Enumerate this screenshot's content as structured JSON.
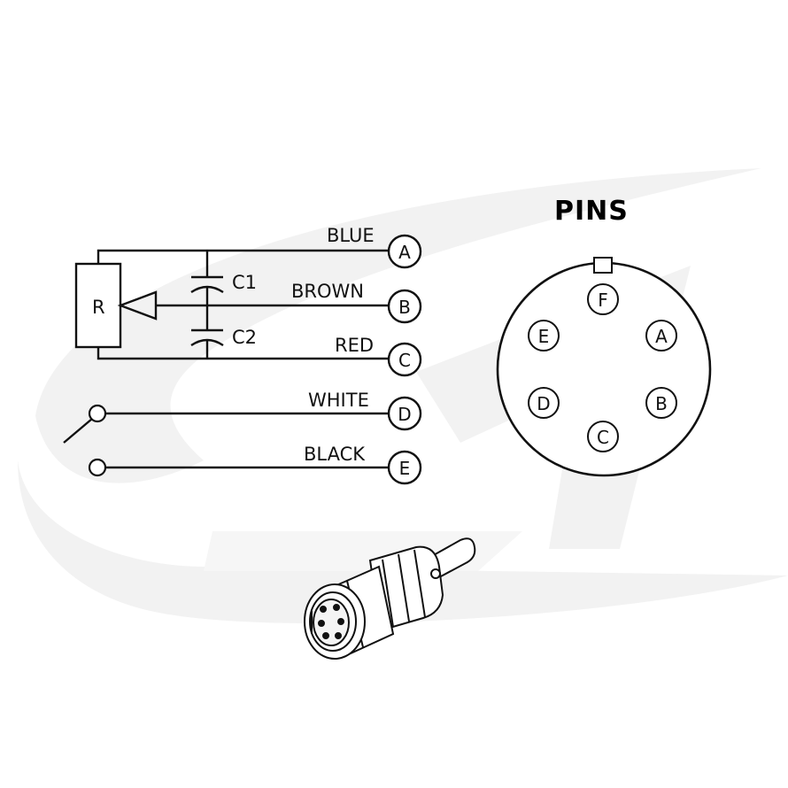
{
  "watermark": {
    "color": "#f1f1f1"
  },
  "schematic": {
    "resistor_label": "R",
    "capacitors": [
      "C1",
      "C2"
    ],
    "wires": [
      {
        "color_name": "BLUE",
        "terminal": "A"
      },
      {
        "color_name": "BROWN",
        "terminal": "B"
      },
      {
        "color_name": "RED",
        "terminal": "C"
      },
      {
        "color_name": "WHITE",
        "terminal": "D"
      },
      {
        "color_name": "BLACK",
        "terminal": "E"
      }
    ]
  },
  "pin_layout": {
    "title": "PINS",
    "pins": [
      "F",
      "E",
      "A",
      "D",
      "B",
      "C"
    ]
  },
  "connector_icon": "circular-connector-icon"
}
